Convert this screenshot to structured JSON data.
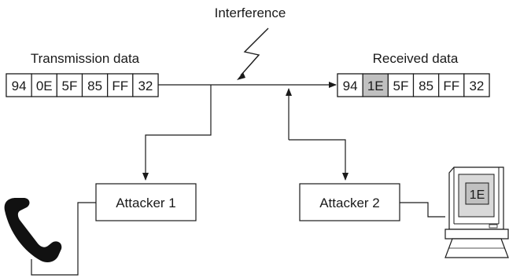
{
  "diagram": {
    "interference_label": "Interference",
    "transmission_label": "Transmission data",
    "received_label": "Received data",
    "transmission_bytes": [
      "94",
      "0E",
      "5F",
      "85",
      "FF",
      "32"
    ],
    "received_bytes": [
      "94",
      "1E",
      "5F",
      "85",
      "FF",
      "32"
    ],
    "received_highlight_index": 1,
    "attacker1_label": "Attacker 1",
    "attacker2_label": "Attacker 2",
    "monitor_value": "1E",
    "colors": {
      "line": "#1a1a1a",
      "highlight": "#c0c0c0",
      "phone": "#111111"
    }
  }
}
